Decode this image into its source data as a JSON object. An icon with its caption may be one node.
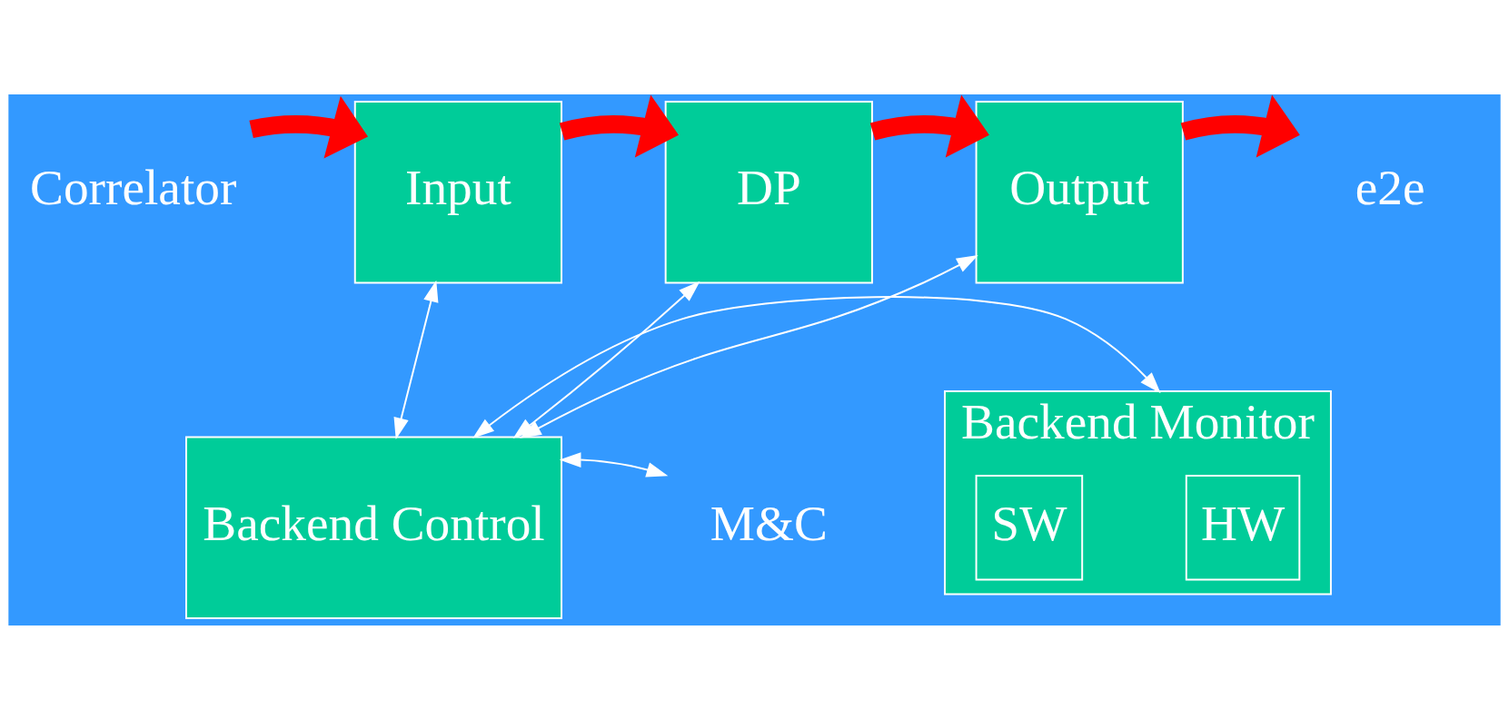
{
  "diagram": {
    "nodes": [
      {
        "text": [
          "Correlator"
        ]
      },
      {
        "text": [
          "Input"
        ]
      },
      {
        "text": [
          "DP"
        ]
      },
      {
        "text": [
          "Output"
        ]
      },
      {
        "text": [
          "e2e"
        ]
      },
      {
        "text": [
          "M&C"
        ]
      },
      {
        "text": [
          "Backend Control"
        ]
      },
      {
        "text": [
          "Backend Monitor"
        ]
      },
      {
        "text": [
          "HW"
        ],
        "in": 7
      },
      {
        "text": [
          "SW"
        ],
        "in": 7
      }
    ],
    "edges": [
      {
        "from": 0,
        "to": 1,
        "arrow": "to",
        "style": "thick",
        "color": "#ff0000"
      },
      {
        "from": 1,
        "to": 2,
        "arrow": "to",
        "style": "thick",
        "color": "#ff0000"
      },
      {
        "from": 2,
        "to": 3,
        "arrow": "to",
        "style": "thick",
        "color": "#ff0000"
      },
      {
        "from": 3,
        "to": 4,
        "arrow": "to",
        "style": "thick",
        "color": "#ff0000"
      },
      {
        "from": 6,
        "to": 1,
        "arrow": "both"
      },
      {
        "from": 6,
        "to": 2,
        "arrow": "both"
      },
      {
        "from": 6,
        "to": 3,
        "arrow": "both"
      },
      {
        "from": 5,
        "to": 6,
        "arrow": "both"
      },
      {
        "from": 6,
        "to": 7,
        "arrow": "both"
      }
    ]
  }
}
